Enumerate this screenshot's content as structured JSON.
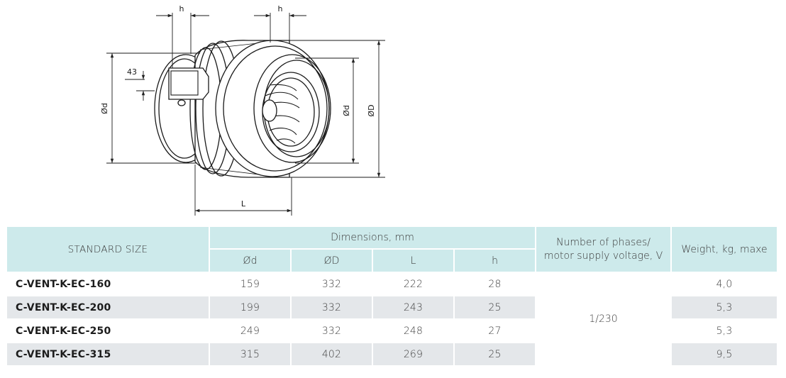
{
  "drawing": {
    "labels": {
      "h_top_left": "h",
      "h_top_right": "h",
      "dim_43": "43",
      "od_left": "Ød",
      "od_right": "Ød",
      "oD": "ØD",
      "L": "L"
    }
  },
  "table": {
    "header": {
      "standard_size": "STANDARD SIZE",
      "dimensions": "Dimensions, mm",
      "phases_line1": "Number of phases/",
      "phases_line2": "motor supply voltage, V",
      "weight": "Weight, kg, maxe",
      "col_d": "Ød",
      "col_D": "ØD",
      "col_L": "L",
      "col_h": "h"
    },
    "phase_value": "1/230",
    "rows": [
      {
        "name": "C-VENT-K-EC-160",
        "d": "159",
        "D": "332",
        "L": "222",
        "h": "28",
        "weight": "4,0"
      },
      {
        "name": "C-VENT-K-EC-200",
        "d": "199",
        "D": "332",
        "L": "243",
        "h": "25",
        "weight": "5,3"
      },
      {
        "name": "C-VENT-K-EC-250",
        "d": "249",
        "D": "332",
        "L": "248",
        "h": "27",
        "weight": "5,3"
      },
      {
        "name": "C-VENT-K-EC-315",
        "d": "315",
        "D": "402",
        "L": "269",
        "h": "25",
        "weight": "9,5"
      }
    ]
  },
  "colors": {
    "header_bg": "#cdeaeb",
    "row_alt_bg": "#e4e7ea"
  }
}
